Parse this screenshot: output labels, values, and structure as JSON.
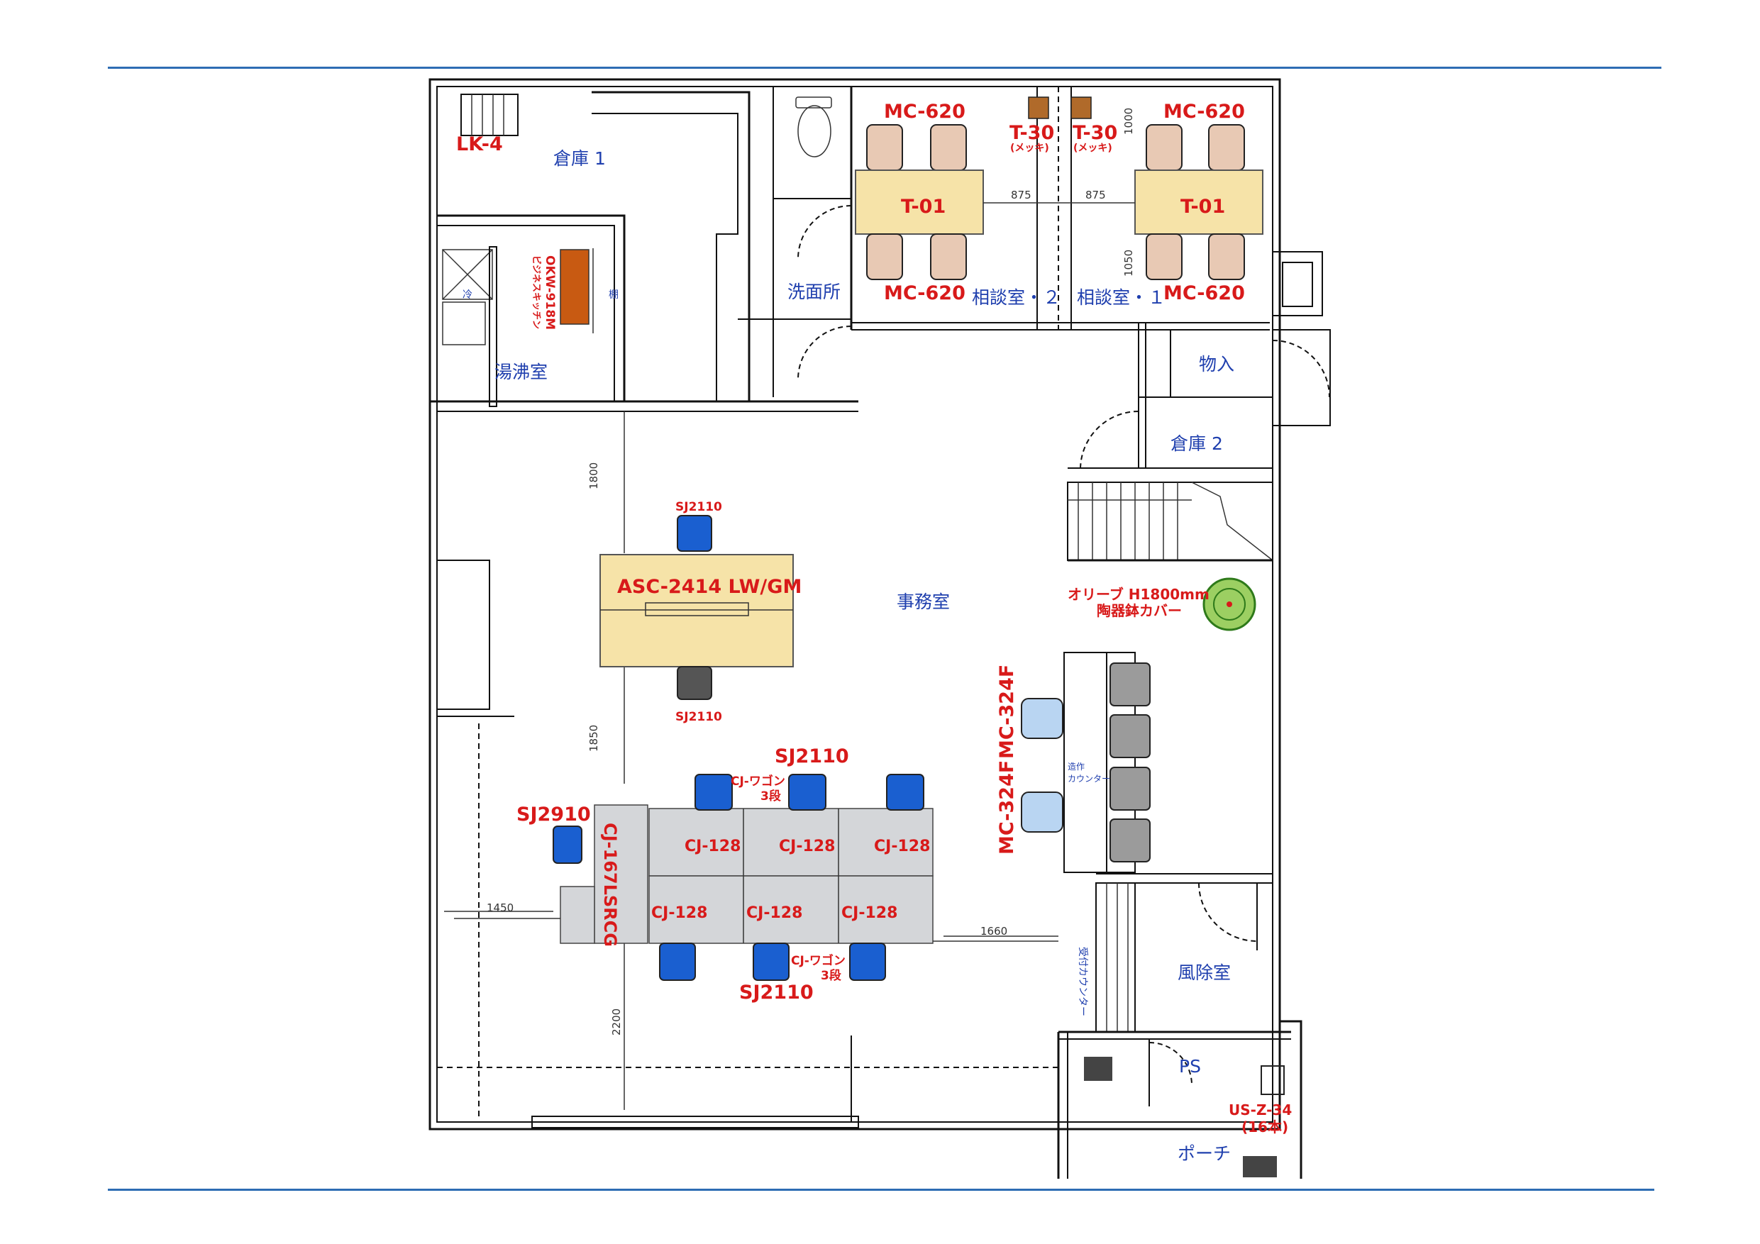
{
  "rooms": {
    "warehouse1": "倉庫 1",
    "kitchenette": "湯沸室",
    "washroom": "洗面所",
    "meeting2": "相談室・２",
    "meeting1": "相談室・１",
    "storage": "物入",
    "warehouse2": "倉庫 2",
    "office": "事務室",
    "windbreak": "風除室",
    "ps": "PS",
    "porch": "ポーチ",
    "shelf": "棚",
    "fridge": "冷"
  },
  "labels": {
    "lk4": "LK-4",
    "okw": "OKW-918M",
    "okw_sub": "ビジネスキッチン",
    "mc620_tl": "MC-620",
    "mc620_tr": "MC-620",
    "mc620_bl": "MC-620",
    "mc620_br": "MC-620",
    "t30_a": "T-30",
    "t30_b": "T-30",
    "mekki_a": "(メッキ)",
    "mekki_b": "(メッキ)",
    "t01_a": "T-01",
    "t01_b": "T-01",
    "sj2110_top": "SJ2110",
    "sj2110_bot": "SJ2110",
    "asc": "ASC-2414 LW/GM",
    "sj2110_group": "SJ2110",
    "cj_wagon_a": "CJ-ワゴン",
    "cj_wagon_a2": "3段",
    "sj2910": "SJ2910",
    "cj167": "CJ-167LSRCG",
    "cj128_1": "CJ-128",
    "cj128_2": "CJ-128",
    "cj128_3": "CJ-128",
    "cj128_4": "CJ-128",
    "cj128_5": "CJ-128",
    "cj128_6": "CJ-128",
    "cj_wagon_b": "CJ-ワゴン",
    "cj_wagon_b2": "3段",
    "sj2110_group_b": "SJ2110",
    "mc324f_a": "MC-324F",
    "mc324f_b": "MC-324F",
    "olive1": "オリーブ H1800mm",
    "olive2": "陶器鉢カバー",
    "counter_work": "造作",
    "counter_work2": "カウンター",
    "reception": "受付カウンター",
    "us_z": "US-Z-34",
    "us_z2": "(16本)"
  },
  "dims": {
    "d875a": "875",
    "d875b": "875",
    "d1000": "1000",
    "d1050": "1050",
    "d1800": "1800",
    "d1850": "1850",
    "d1450": "1450",
    "d1660": "1660",
    "d2200": "2200"
  },
  "colors": {
    "rule": "#2e6db4",
    "text_blue": "#1f3fae",
    "text_red": "#d81a1a",
    "table_wood": "#f6e3a8",
    "chair_blue": "#1a5fd0",
    "chair_tan": "#e8c9b4"
  }
}
